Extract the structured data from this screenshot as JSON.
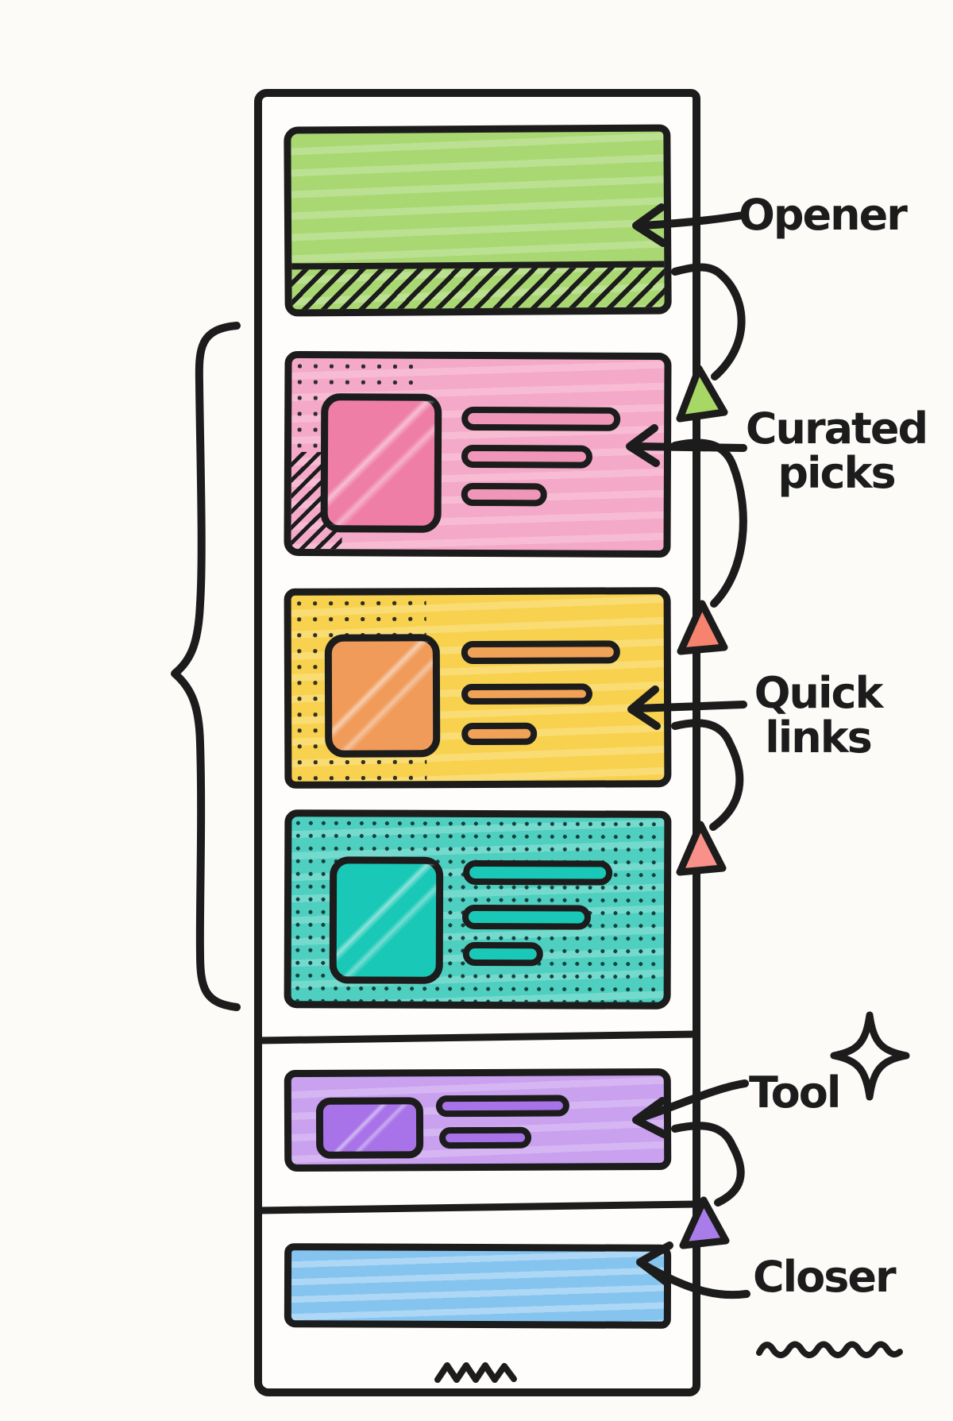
{
  "canvas": {
    "background": "#fcfbf8",
    "ink": "#1c1c1c"
  },
  "labels": {
    "opener": "Opener",
    "curated_picks": "Curated picks",
    "quick_links": "Quick links",
    "tool": "Tool",
    "closer": "Closer"
  },
  "colors": {
    "opener_fill": "#a9d873",
    "curated_fill": "#f5a9c8",
    "curated_image": "#ef7ea7",
    "curated_bar": "#f096b8",
    "quick_fill": "#f8d24e",
    "quick_image": "#f09b5a",
    "quick_bar": "#f0a257",
    "list_fill": "#4ecfc0",
    "list_accent": "#19c8b6",
    "tool_fill": "#c9a1ef",
    "tool_accent": "#a873e8",
    "closer_fill": "#86c4f0",
    "triangle_green": "#a7d765",
    "triangle_coral": "#f5836d",
    "triangle_salmon": "#f9918a",
    "triangle_purple": "#a97de9",
    "sparkle": "#cfe76d"
  },
  "decorations": {
    "sparkle_icon": "four-point-star",
    "brace": "left-curly-brace",
    "closer_underline": "wavy-underline",
    "footer_squiggle": "zigzag-line"
  }
}
